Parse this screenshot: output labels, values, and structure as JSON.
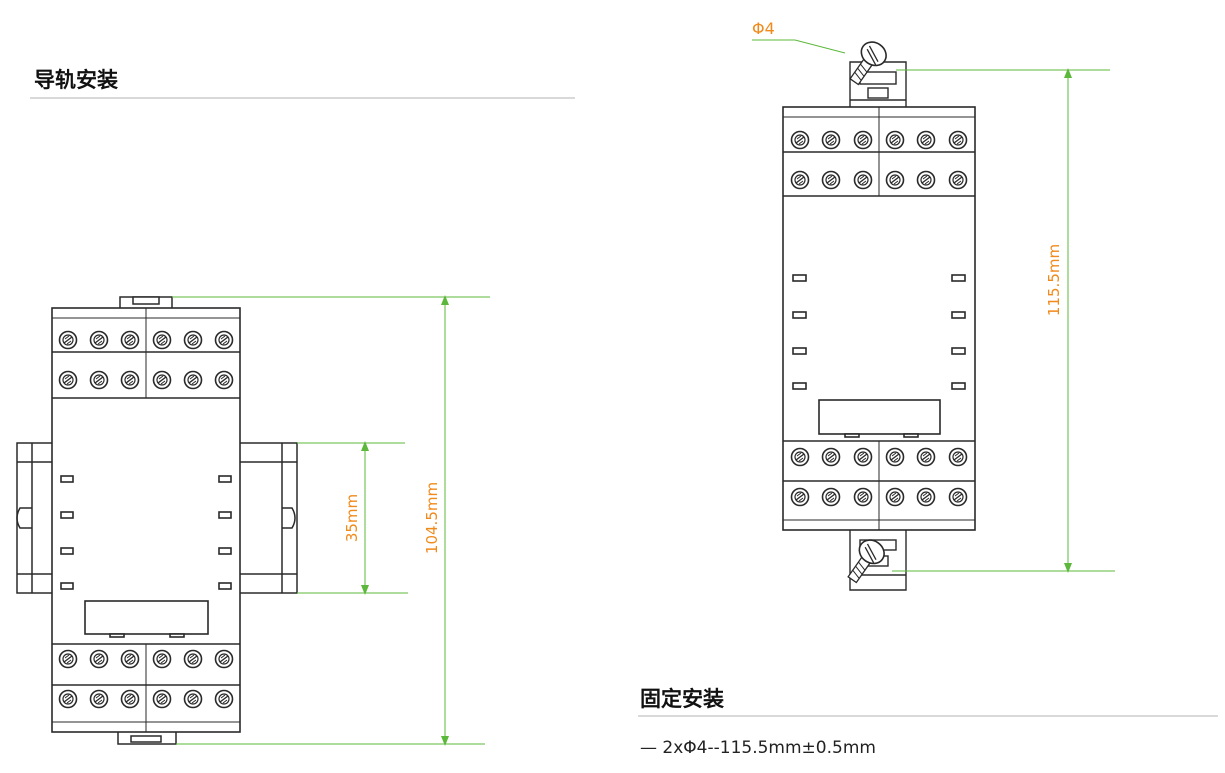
{
  "sections": {
    "rail_mount": {
      "title": "导轨安装"
    },
    "fixed_mount": {
      "title": "固定安装"
    }
  },
  "dimensions": {
    "rail_width": "35mm",
    "rail_height": "104.5mm",
    "fixed_height": "115.5mm",
    "screw": "Φ4"
  },
  "spec": {
    "dash": "—",
    "text": "2xΦ4--115.5mm±0.5mm"
  },
  "colors": {
    "dimension_line": "#5cb83a",
    "dimension_text": "#f08a1c",
    "outline": "#2a2a2a"
  }
}
